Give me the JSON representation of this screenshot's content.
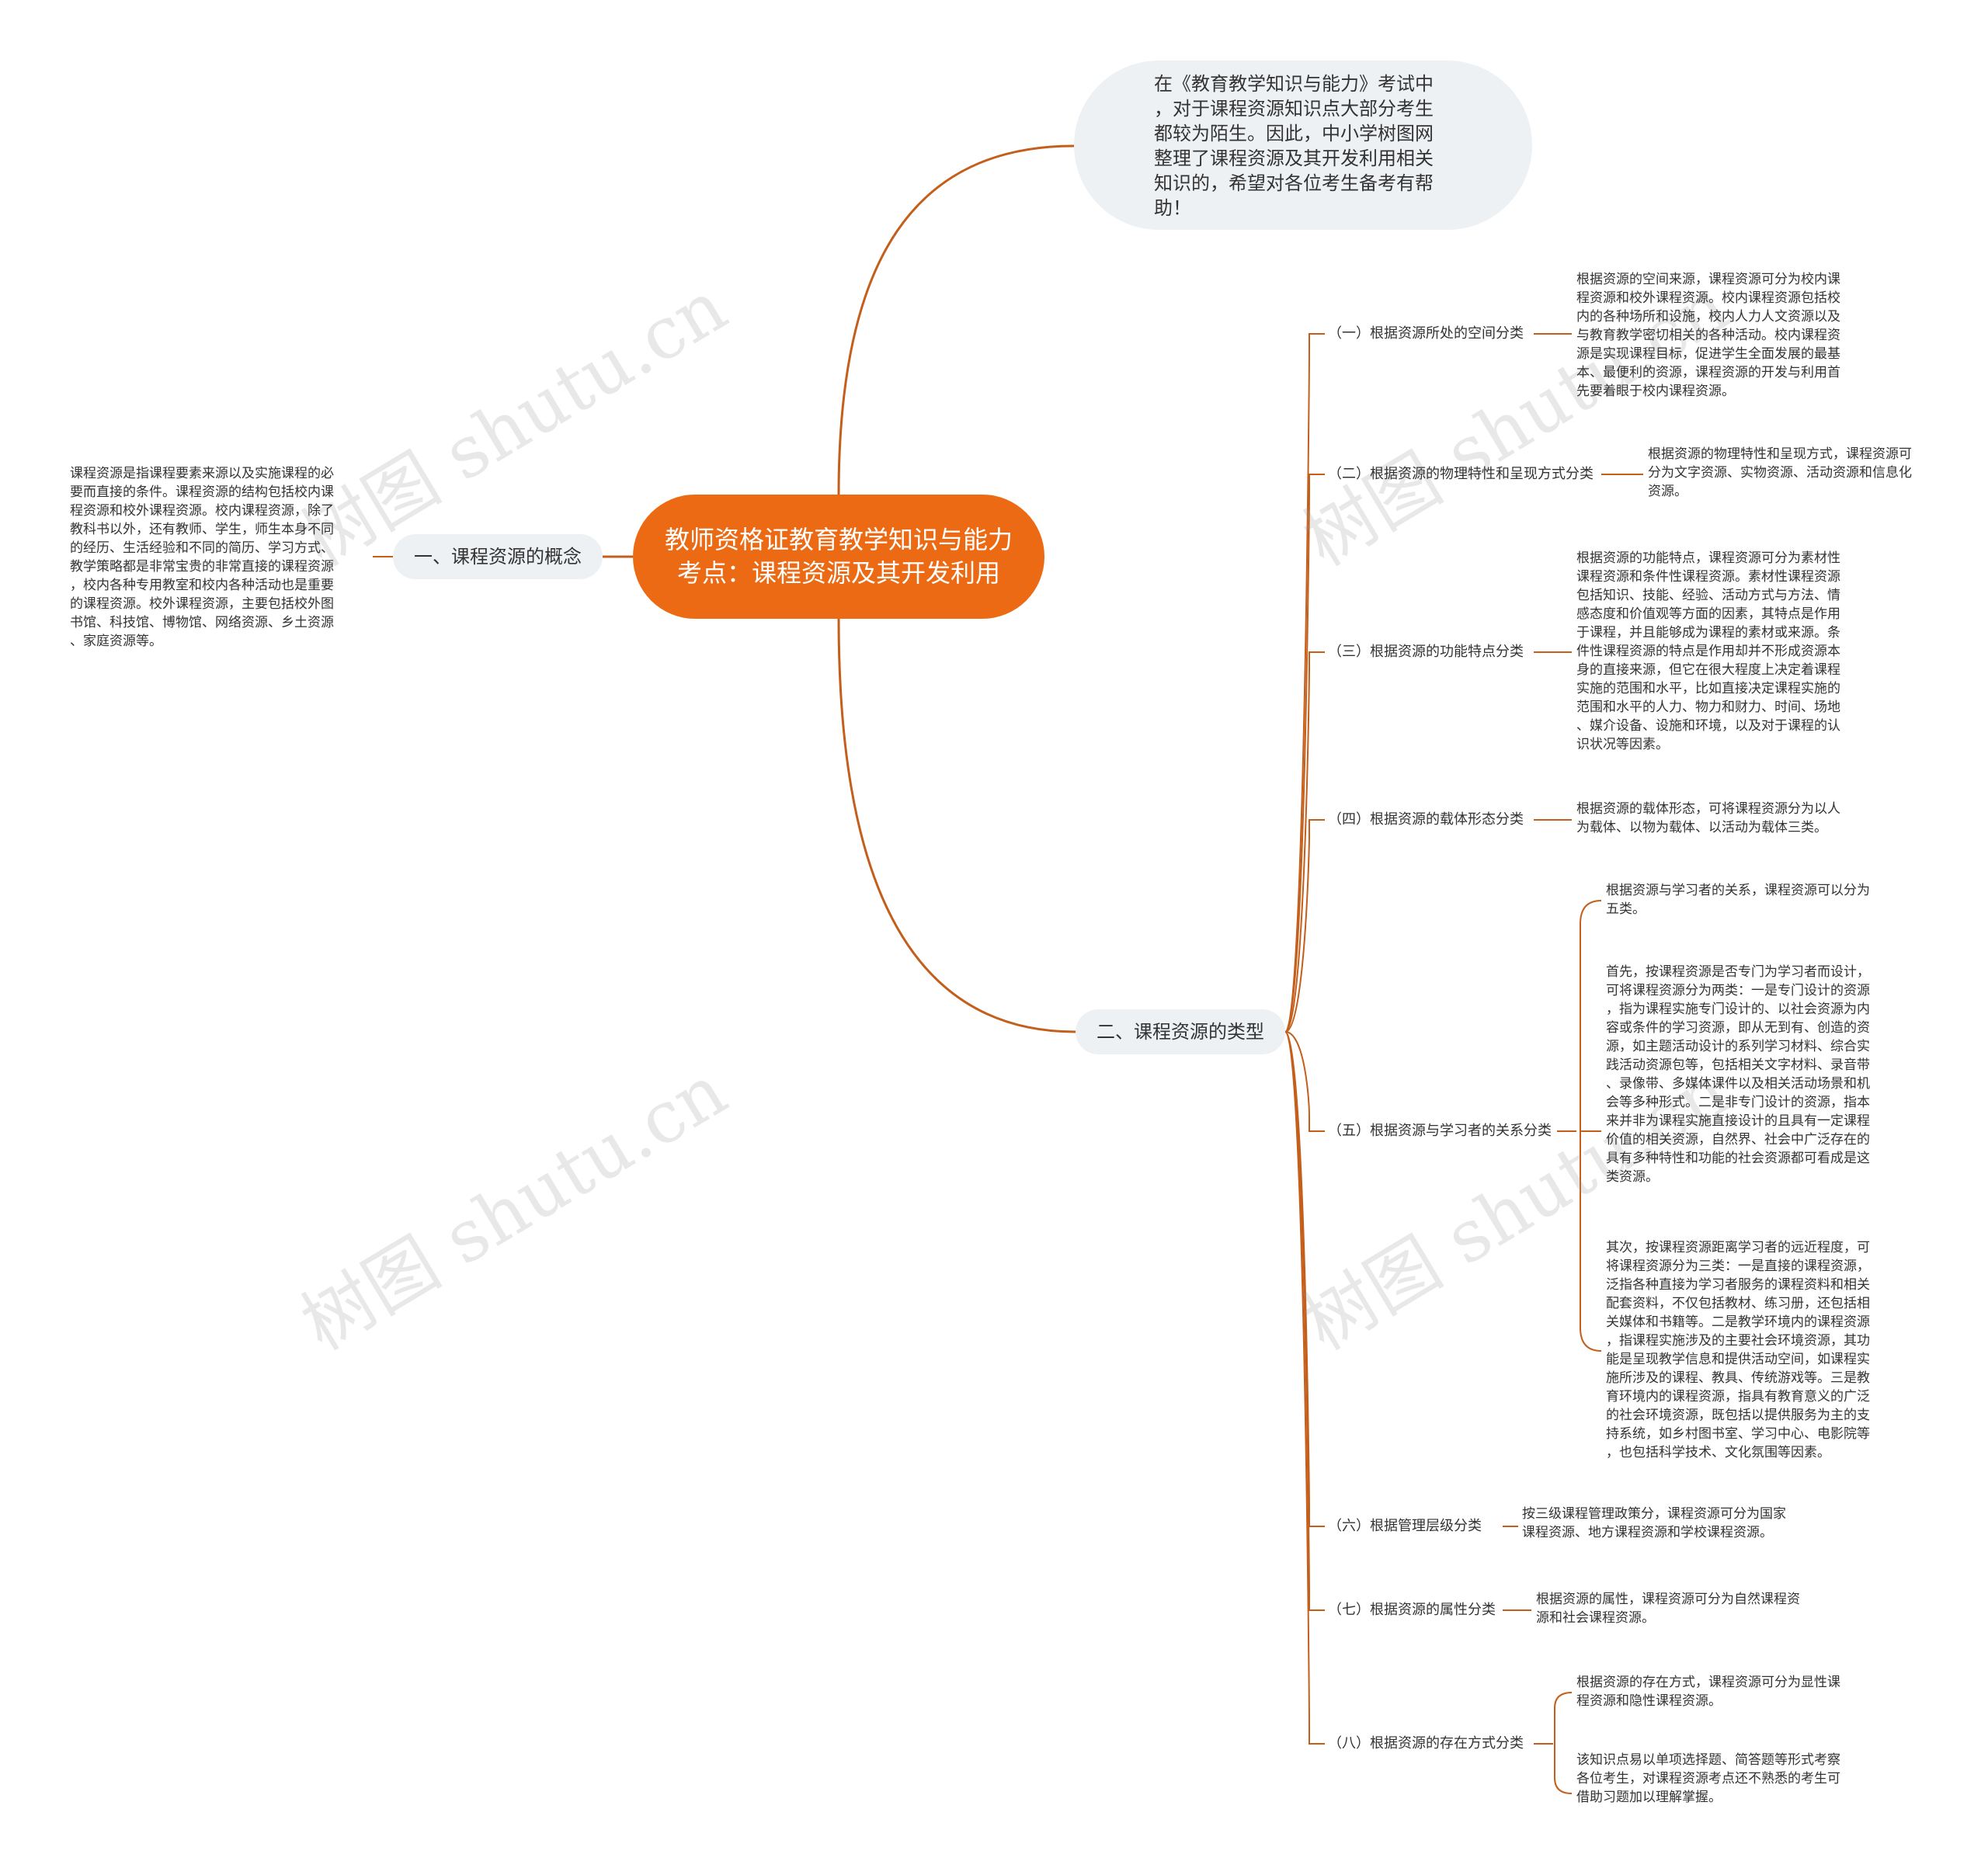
{
  "root": {
    "title": "教师资格证教育教学知识与能力考点：课程资源及其开发利用"
  },
  "intro": {
    "text": "在《教育教学知识与能力》考试中\n，对于课程资源知识点大部分考生\n都较为陌生。因此，中小学树图网\n整理了课程资源及其开发利用相关\n知识的，希望对各位考生备考有帮\n助！"
  },
  "branch1": {
    "label": "一、课程资源的概念",
    "leaf": "课程资源是指课程要素来源以及实施课程的必\n要而直接的条件。课程资源的结构包括校内课\n程资源和校外课程资源。校内课程资源，除了\n教科书以外，还有教师、学生，师生本身不同\n的经历、生活经验和不同的简历、学习方式、\n教学策略都是非常宝贵的非常直接的课程资源\n，校内各种专用教室和校内各种活动也是重要\n的课程资源。校外课程资源，主要包括校外图\n书馆、科技馆、博物馆、网络资源、乡土资源\n、家庭资源等。"
  },
  "branch2": {
    "label": "二、课程资源的类型",
    "items": [
      {
        "label": "（一）根据资源所处的空间分类",
        "leaves": [
          "根据资源的空间来源，课程资源可分为校内课\n程资源和校外课程资源。校内课程资源包括校\n内的各种场所和设施，校内人力人文资源以及\n与教育教学密切相关的各种活动。校内课程资\n源是实现课程目标，促进学生全面发展的最基\n本、最便利的资源，课程资源的开发与利用首\n先要着眼于校内课程资源。"
        ]
      },
      {
        "label": "（二）根据资源的物理特性和呈现方式分类",
        "leaves": [
          "根据资源的物理特性和呈现方式，课程资源可\n分为文字资源、实物资源、活动资源和信息化\n资源。"
        ]
      },
      {
        "label": "（三）根据资源的功能特点分类",
        "leaves": [
          "根据资源的功能特点，课程资源可分为素材性\n课程资源和条件性课程资源。素材性课程资源\n包括知识、技能、经验、活动方式与方法、情\n感态度和价值观等方面的因素，其特点是作用\n于课程，并且能够成为课程的素材或来源。条\n件性课程资源的特点是作用却并不形成资源本\n身的直接来源，但它在很大程度上决定着课程\n实施的范围和水平，比如直接决定课程实施的\n范围和水平的人力、物力和财力、时间、场地\n、媒介设备、设施和环境，以及对于课程的认\n识状况等因素。"
        ]
      },
      {
        "label": "（四）根据资源的载体形态分类",
        "leaves": [
          "根据资源的载体形态，可将课程资源分为以人\n为载体、以物为载体、以活动为载体三类。"
        ]
      },
      {
        "label": "（五）根据资源与学习者的关系分类",
        "leaves": [
          "根据资源与学习者的关系，课程资源可以分为\n五类。",
          "首先，按课程资源是否专门为学习者而设计，\n可将课程资源分为两类：一是专门设计的资源\n，指为课程实施专门设计的、以社会资源为内\n容或条件的学习资源，即从无到有、创造的资\n源，如主题活动设计的系列学习材料、综合实\n践活动资源包等，包括相关文字材料、录音带\n、录像带、多媒体课件以及相关活动场景和机\n会等多种形式。二是非专门设计的资源，指本\n来并非为课程实施直接设计的且具有一定课程\n价值的相关资源，自然界、社会中广泛存在的\n具有多种特性和功能的社会资源都可看成是这\n类资源。",
          "其次，按课程资源距离学习者的远近程度，可\n将课程资源分为三类：一是直接的课程资源，\n泛指各种直接为学习者服务的课程资料和相关\n配套资料，不仅包括教材、练习册，还包括相\n关媒体和书籍等。二是教学环境内的课程资源\n，指课程实施涉及的主要社会环境资源，其功\n能是呈现教学信息和提供活动空间，如课程实\n施所涉及的课程、教具、传统游戏等。三是教\n育环境内的课程资源，指具有教育意义的广泛\n的社会环境资源，既包括以提供服务为主的支\n持系统，如乡村图书室、学习中心、电影院等\n，也包括科学技术、文化氛围等因素。"
        ]
      },
      {
        "label": "（六）根据管理层级分类",
        "leaves": [
          "按三级课程管理政策分，课程资源可分为国家\n课程资源、地方课程资源和学校课程资源。"
        ]
      },
      {
        "label": "（七）根据资源的属性分类",
        "leaves": [
          "根据资源的属性，课程资源可分为自然课程资\n源和社会课程资源。"
        ]
      },
      {
        "label": "（八）根据资源的存在方式分类",
        "leaves": [
          "根据资源的存在方式，课程资源可分为显性课\n程资源和隐性课程资源。",
          "该知识点易以单项选择题、简答题等形式考察\n各位考生，对课程资源考点还不熟悉的考生可\n借助习题加以理解掌握。"
        ]
      }
    ]
  },
  "watermark": "树图 shutu.cn",
  "colors": {
    "accent": "#ec6a13",
    "edge": "#c45e1b",
    "node_bg": "#eef1f4",
    "text": "#333333"
  }
}
